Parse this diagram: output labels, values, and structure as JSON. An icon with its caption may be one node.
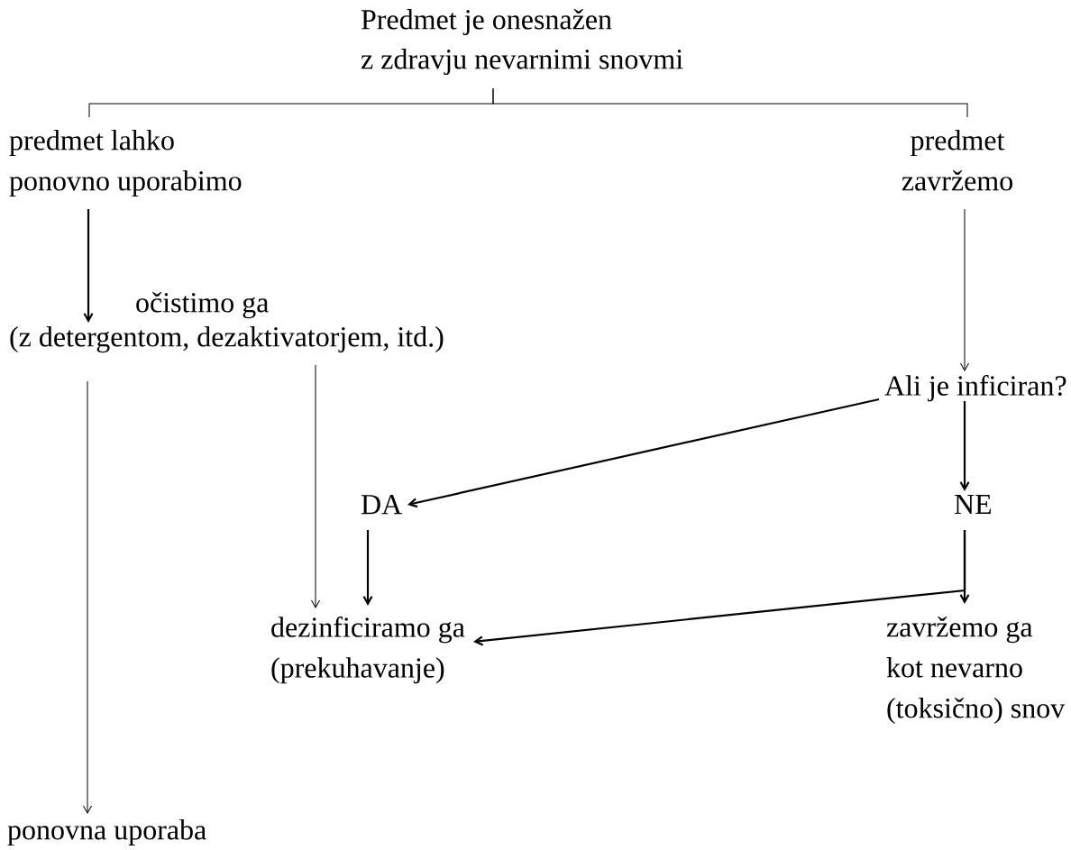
{
  "diagram": {
    "nodes": [
      {
        "text": [
          "Predmet je onesnažen z zdravju nevarnimi snovmi"
        ]
      },
      {
        "text": [
          "predmet lahko ponovno uporabimo"
        ]
      },
      {
        "text": [
          "predmet zavržemo"
        ]
      },
      {
        "text": [
          "očistimo ga (z detergentom, dezaktivatorjem, itd.)"
        ]
      },
      {
        "text": [
          "Ali je inficiran?"
        ]
      },
      {
        "text": [
          "DA"
        ]
      },
      {
        "text": [
          "NE"
        ]
      },
      {
        "text": [
          "dezinficiramo ga (prekuhavanje)"
        ]
      },
      {
        "text": [
          "zavržemo ga kot nevarno (toksično) snov"
        ]
      },
      {
        "text": [
          "ponovna uporaba"
        ]
      }
    ],
    "edges": [
      {
        "from": 0,
        "to": 1,
        "arrow": "none"
      },
      {
        "from": 0,
        "to": 2,
        "arrow": "none"
      },
      {
        "from": 1,
        "to": 3,
        "arrow": "to"
      },
      {
        "from": 3,
        "to": 9,
        "arrow": "to"
      },
      {
        "from": 3,
        "to": 7,
        "arrow": "to"
      },
      {
        "from": 2,
        "to": 4,
        "arrow": "to"
      },
      {
        "from": 4,
        "to": 5,
        "arrow": "to"
      },
      {
        "from": 4,
        "to": 6,
        "arrow": "to"
      },
      {
        "from": 5,
        "to": 7,
        "arrow": "to"
      },
      {
        "from": 6,
        "to": 8,
        "arrow": "to"
      },
      {
        "from": 6,
        "to": 7,
        "arrow": "to"
      }
    ]
  }
}
